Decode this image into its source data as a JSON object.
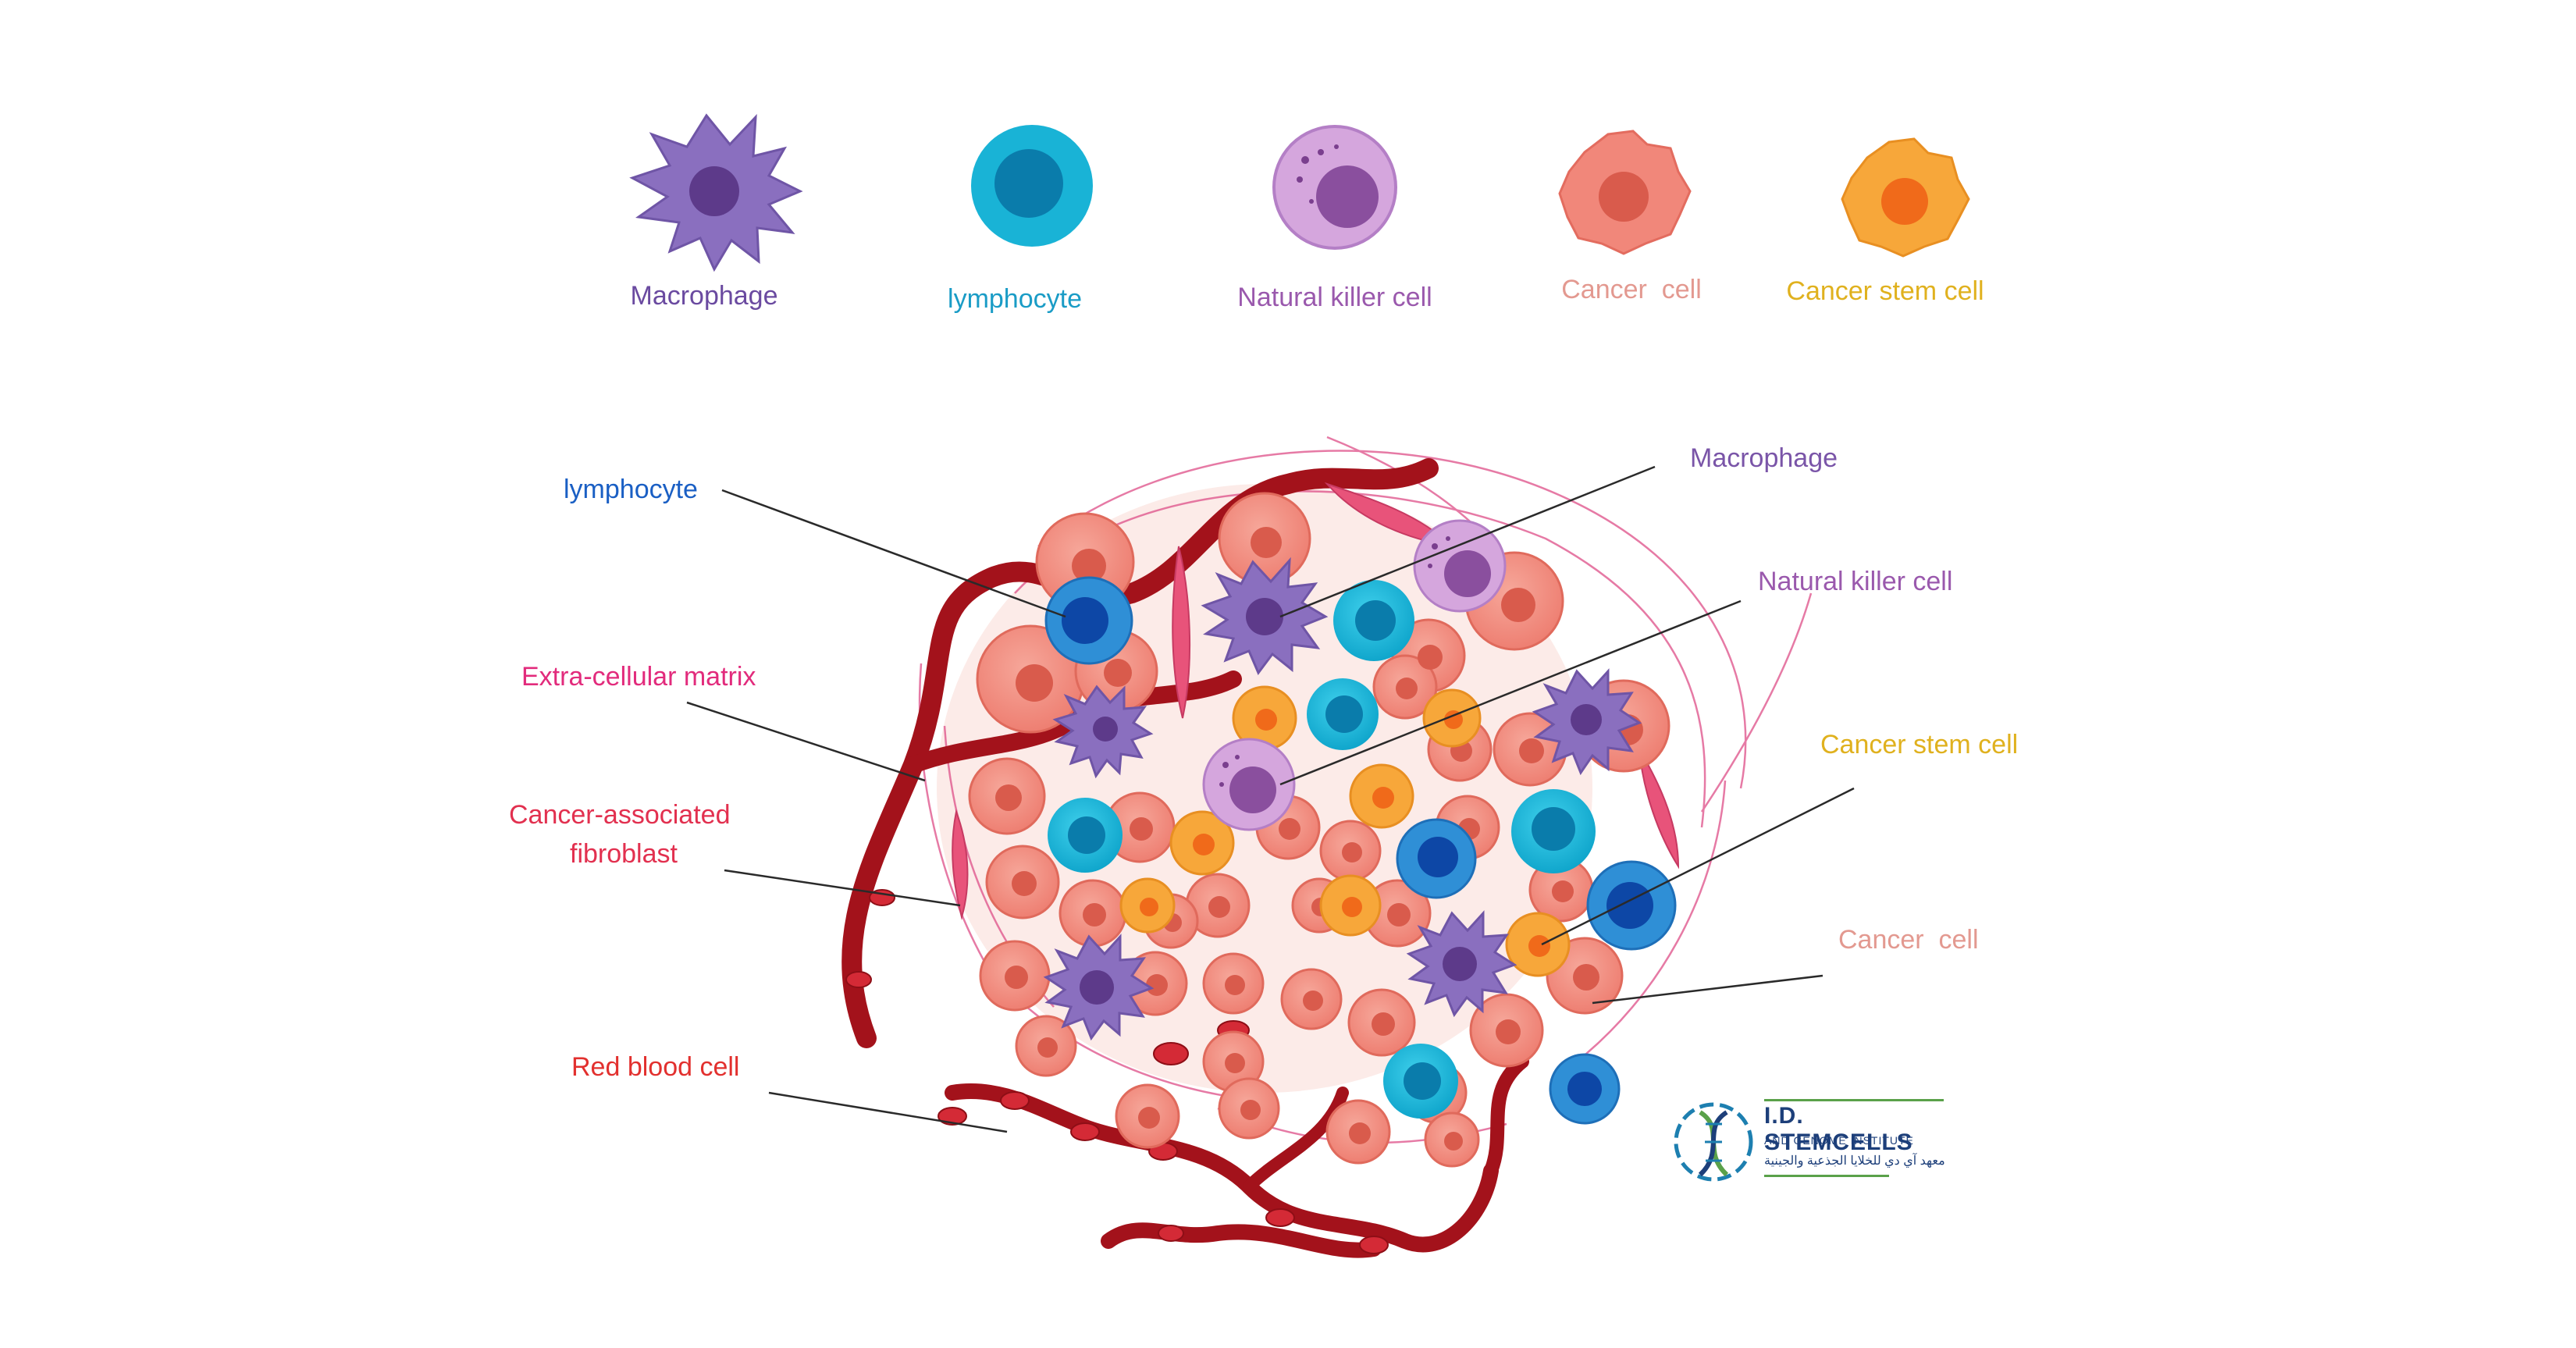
{
  "legend": {
    "macrophage": "Macrophage",
    "lymphocyte": "lymphocyte",
    "nk_cell": "Natural killer cell",
    "cancer_cell": "Cancer  cell",
    "cancer_stem_cell": "Cancer stem cell"
  },
  "callouts": {
    "lymphocyte": "lymphocyte",
    "ecm": "Extra-cellular matrix",
    "caf_line1": "Cancer-associated",
    "caf_line2": "fibroblast",
    "rbc": "Red blood cell",
    "macrophage": "Macrophage",
    "nk_cell": "Natural killer cell",
    "cancer_stem_cell": "Cancer stem cell",
    "cancer_cell": "Cancer  cell"
  },
  "logo": {
    "name": "I.D. STEMCELLS",
    "subtitle": "AND GENOME INSTITUTE",
    "arabic": "معهد آي دي للخلايا الجذعية والجينية"
  },
  "colors": {
    "macrophage": "#8a6fbf",
    "lymphocyte": "#19b3d6",
    "nk_cell": "#c99ad6",
    "cancer_cell": "#f1877a",
    "cancer_stem_cell": "#f7a73a",
    "vessel": "#a3121b",
    "ecm": "#e0598f",
    "fibroblast": "#e8537a"
  }
}
